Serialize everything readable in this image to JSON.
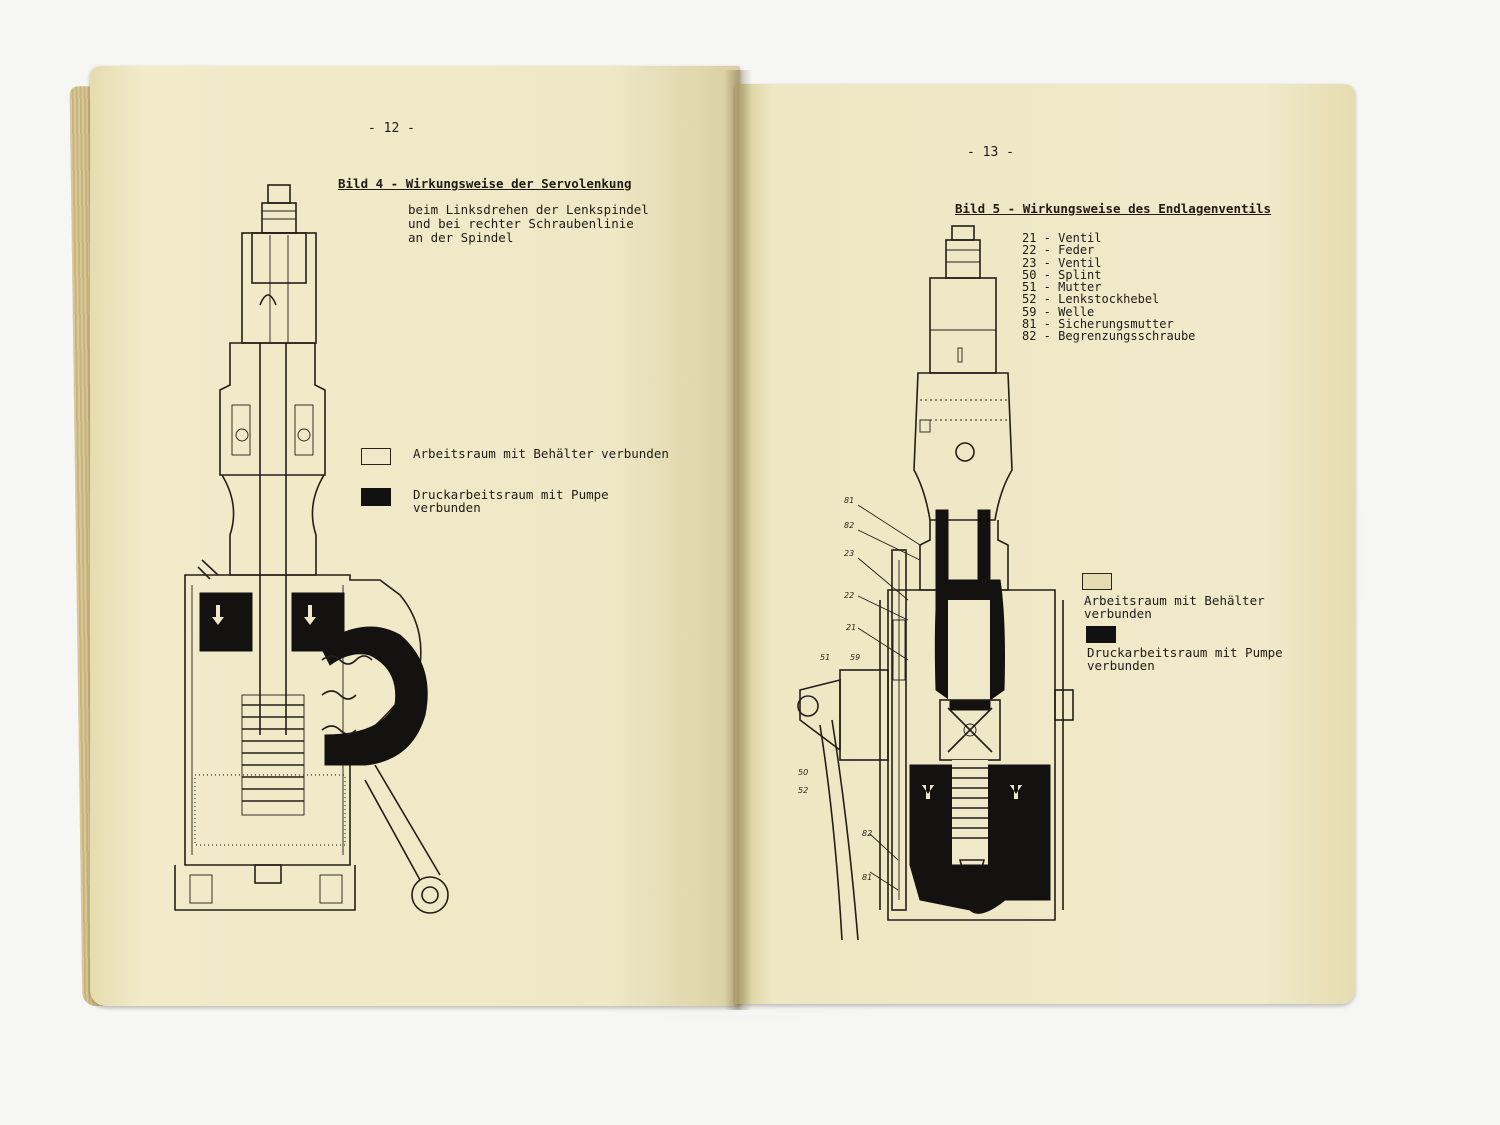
{
  "left_page": {
    "page_number": "- 12 -",
    "caption": "Bild 4 - Wirkungsweise der Servolenkung",
    "subcaption": [
      "beim Linksdrehen der Lenkspindel",
      "und bei rechter Schraubenlinie",
      "an der Spindel"
    ],
    "legend": [
      {
        "label": "Arbeitsraum mit Behälter verbunden"
      },
      {
        "label": "Druckarbeitsraum mit Pumpe",
        "label2": "verbunden"
      }
    ]
  },
  "right_page": {
    "page_number": "- 13 -",
    "caption": "Bild 5 - Wirkungsweise des Endlagenventils",
    "parts": [
      {
        "no": "21",
        "name": "Ventil"
      },
      {
        "no": "22",
        "name": "Feder"
      },
      {
        "no": "23",
        "name": "Ventil"
      },
      {
        "no": "50",
        "name": "Splint"
      },
      {
        "no": "51",
        "name": "Mutter"
      },
      {
        "no": "52",
        "name": "Lenkstockhebel"
      },
      {
        "no": "59",
        "name": "Welle"
      },
      {
        "no": "81",
        "name": "Sicherungsmutter"
      },
      {
        "no": "82",
        "name": "Begrenzungsschraube"
      }
    ],
    "legend": [
      {
        "label": "Arbeitsraum mit Behälter",
        "label2": "verbunden"
      },
      {
        "label": "Druckarbeitsraum mit Pumpe",
        "label2": "verbunden"
      }
    ],
    "callouts": [
      "81",
      "82",
      "23",
      "22",
      "21",
      "51",
      "59",
      "50",
      "52",
      "82",
      "81"
    ]
  }
}
